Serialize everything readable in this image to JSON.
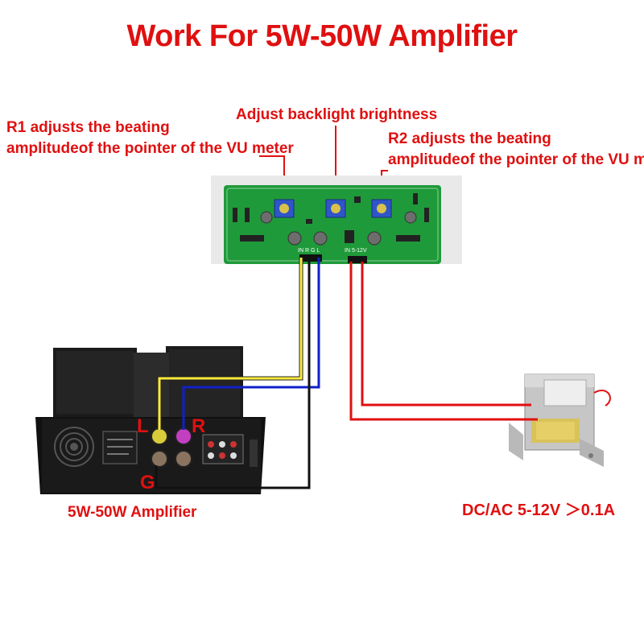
{
  "title": "Work For 5W-50W Amplifier",
  "annotations": {
    "r1_line1": "R1 adjusts the beating",
    "r1_line2": "amplitudeof the pointer of the VU meter",
    "backlight": "Adjust backlight brightness",
    "r2_line1": "R2 adjusts the beating",
    "r2_line2": "amplitudeof the pointer of the VU meter"
  },
  "labels": {
    "amplifier": "5W-50W Amplifier",
    "power": "DC/AC 5-12V ＞0.1A",
    "terminal_l": "L",
    "terminal_r": "R",
    "terminal_g": "G"
  },
  "board_silk": {
    "input": "IN R G L",
    "power_in": "IN 5-12V"
  },
  "colors": {
    "accent_red": "#e01010",
    "pcb_green": "#1f9a3a",
    "wire_yellow": "#ffeb3b",
    "wire_blue": "#1020c8",
    "wire_black": "#111111",
    "wire_red": "#e01010"
  }
}
